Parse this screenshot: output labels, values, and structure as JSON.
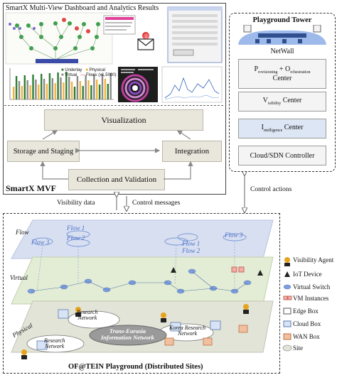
{
  "top_panel": {
    "title": "SmartX Multi-View Dashboard and Analytics Results",
    "mvf_label": "SmartX MVF",
    "chart_legend": [
      "Underlay",
      "Physical",
      "Virtual",
      "Flows (x1,5000)"
    ],
    "boxes": {
      "visualization": "Visualization",
      "storage": "Storage and Staging",
      "integration": "Integration",
      "collection": "Collection and Validation"
    }
  },
  "tower": {
    "title": "Playground Tower",
    "netwall": "NetWall",
    "provisioning_p": "P",
    "provisioning_sub": "rovisioning",
    "provisioning_plus": " + O",
    "provisioning_sub2": "rchestration",
    "provisioning_line2": "Center",
    "visibility_v": "V",
    "visibility_sub": "isibility",
    "visibility_rest": " Center",
    "intelligence_i": "I",
    "intelligence_sub": "ntelligence",
    "intelligence_rest": " Center",
    "cloud": "Cloud/SDN Controller"
  },
  "arrows": {
    "control_actions": "Control actions",
    "visibility_data": "Visibility data",
    "control_messages": "Control messages"
  },
  "playground": {
    "title": "OF@TEIN Playground (Distributed Sites)",
    "layers": {
      "flow": "Flow",
      "virtual": "Virtual",
      "physical": "Physical"
    },
    "flows": {
      "f1": "Flow 1",
      "f2": "Flow 2",
      "f3": "Flow 3"
    },
    "networks": {
      "research1": "Research\nNetwork",
      "research2": "Research\nNetwork",
      "trans_eurasia": "Trans-Eurasia\nInformation Network",
      "korea": "Korea Research\nNetwork"
    }
  },
  "legend": [
    {
      "label": "Visibility Agent",
      "icon": "agent-icon"
    },
    {
      "label": "IoT Device",
      "icon": "triangle-icon"
    },
    {
      "label": "Virtual Switch",
      "icon": "ellipse-icon"
    },
    {
      "label": "VM Instances",
      "icon": "vm-icon"
    },
    {
      "label": "Edge Box",
      "icon": "edge-box-icon"
    },
    {
      "label": "Cloud Box",
      "icon": "cloud-box-icon"
    },
    {
      "label": "WAN Box",
      "icon": "wan-box-icon"
    },
    {
      "label": "Site",
      "icon": "site-icon"
    }
  ],
  "colors": {
    "flow_plane": "#d8dff0",
    "virtual_plane": "#e3ecd4",
    "physical_plane": "#dfe3d6",
    "box_fill": "#e9e7dc",
    "accent_blue": "#6f8fd6",
    "intelligence_fill": "#dde6f5"
  }
}
